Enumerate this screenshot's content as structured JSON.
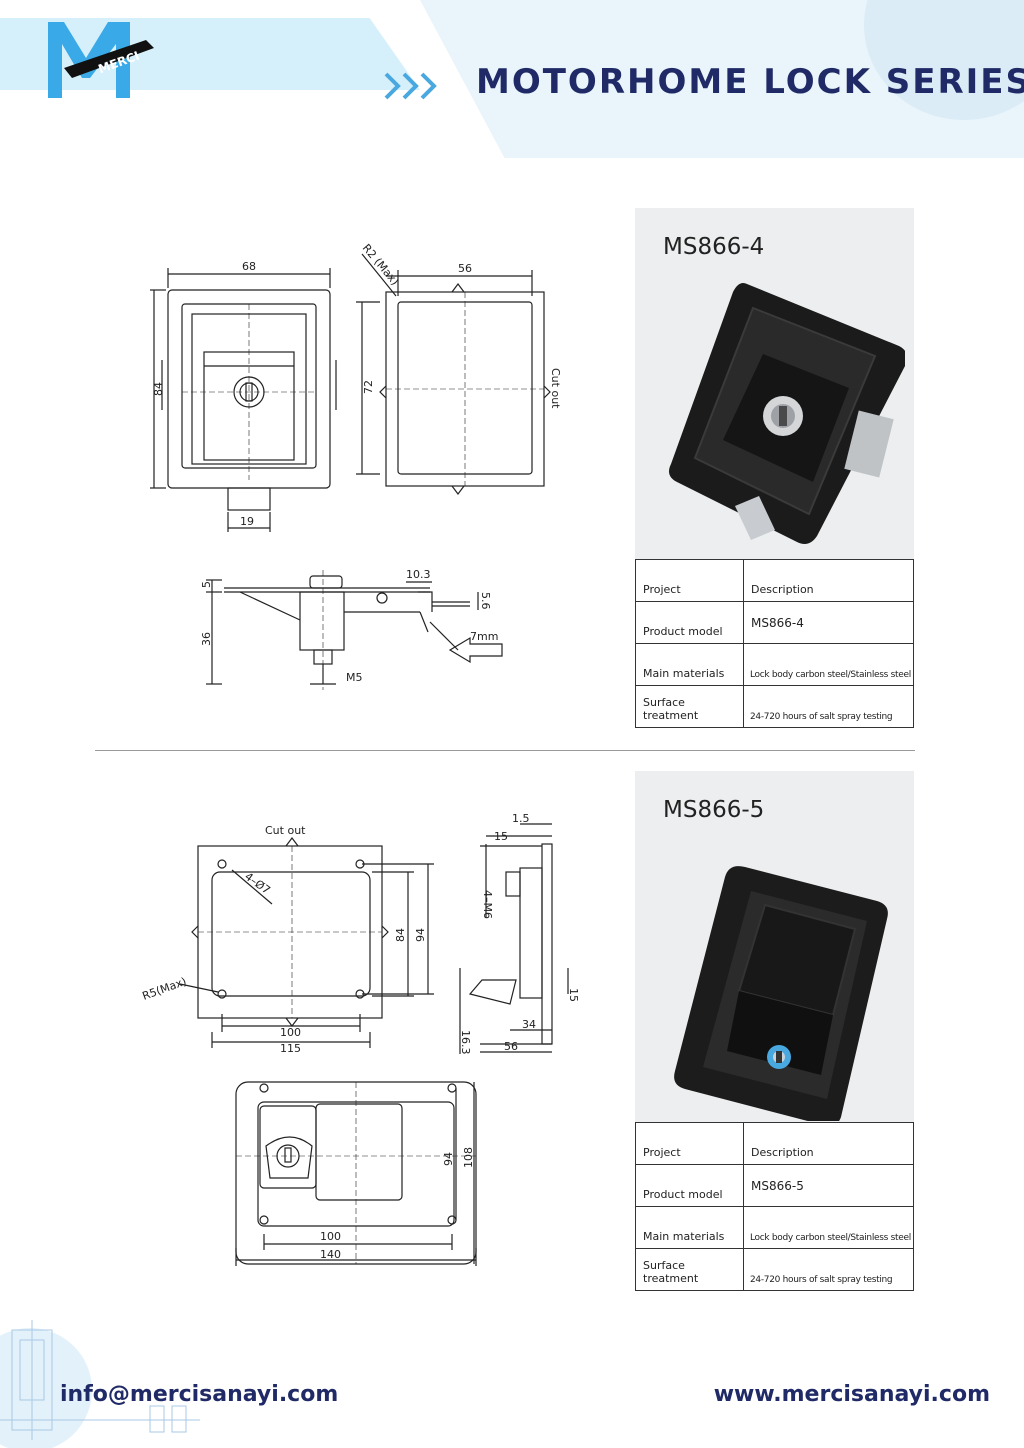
{
  "header": {
    "title": "MOTORHOME LOCK SERIES",
    "logo_text": "MERCI"
  },
  "colors": {
    "brand_navy": "#1f2a66",
    "band_light": "#d6f0fb",
    "arrow_blue": "#4aa8e0"
  },
  "products": [
    {
      "model": "MS866-4",
      "table": {
        "col1_header": "Project",
        "col2_header": "Description",
        "rows": [
          {
            "label": "Product model",
            "value": "MS866-4"
          },
          {
            "label": "Main materials",
            "value": "Lock body carbon steel/Stainless steel"
          },
          {
            "label": "Surface treatment",
            "value": "24-720 hours of salt spray testing"
          }
        ]
      },
      "drawing_labels": {
        "width": "68",
        "height": "84",
        "bottom": "19",
        "cutout_width": "56",
        "cutout_height": "72",
        "radius": "R2 (Max)",
        "cutout": "Cut out",
        "side_top": "5",
        "side_height": "36",
        "side_offset": "10.3",
        "side_small": "5.6",
        "thickness": "7mm",
        "thread": "M5"
      }
    },
    {
      "model": "MS866-5",
      "table": {
        "col1_header": "Project",
        "col2_header": "Description",
        "rows": [
          {
            "label": "Product model",
            "value": "MS866-5"
          },
          {
            "label": "Main materials",
            "value": "Lock body carbon steel/Stainless steel"
          },
          {
            "label": "Surface treatment",
            "value": "24-720 hours of salt spray testing"
          }
        ]
      },
      "drawing_labels": {
        "cutout": "Cut out",
        "holes": "4–Ø7",
        "radius": "R5(Max)",
        "inner_h": "84",
        "outer_h": "94",
        "inner_w": "100",
        "outer_w": "115",
        "side_a": "1.5",
        "side_b": "15",
        "side_thread": "4–M6",
        "side_c": "15",
        "side_d": "34",
        "side_e": "56",
        "side_f": "16.3",
        "front_inner_h": "94",
        "front_outer_h": "108",
        "front_inner_w": "100",
        "front_outer_w": "140"
      }
    }
  ],
  "footer": {
    "email": "info@mercisanayi.com",
    "website": "www.mercisanayi.com"
  }
}
